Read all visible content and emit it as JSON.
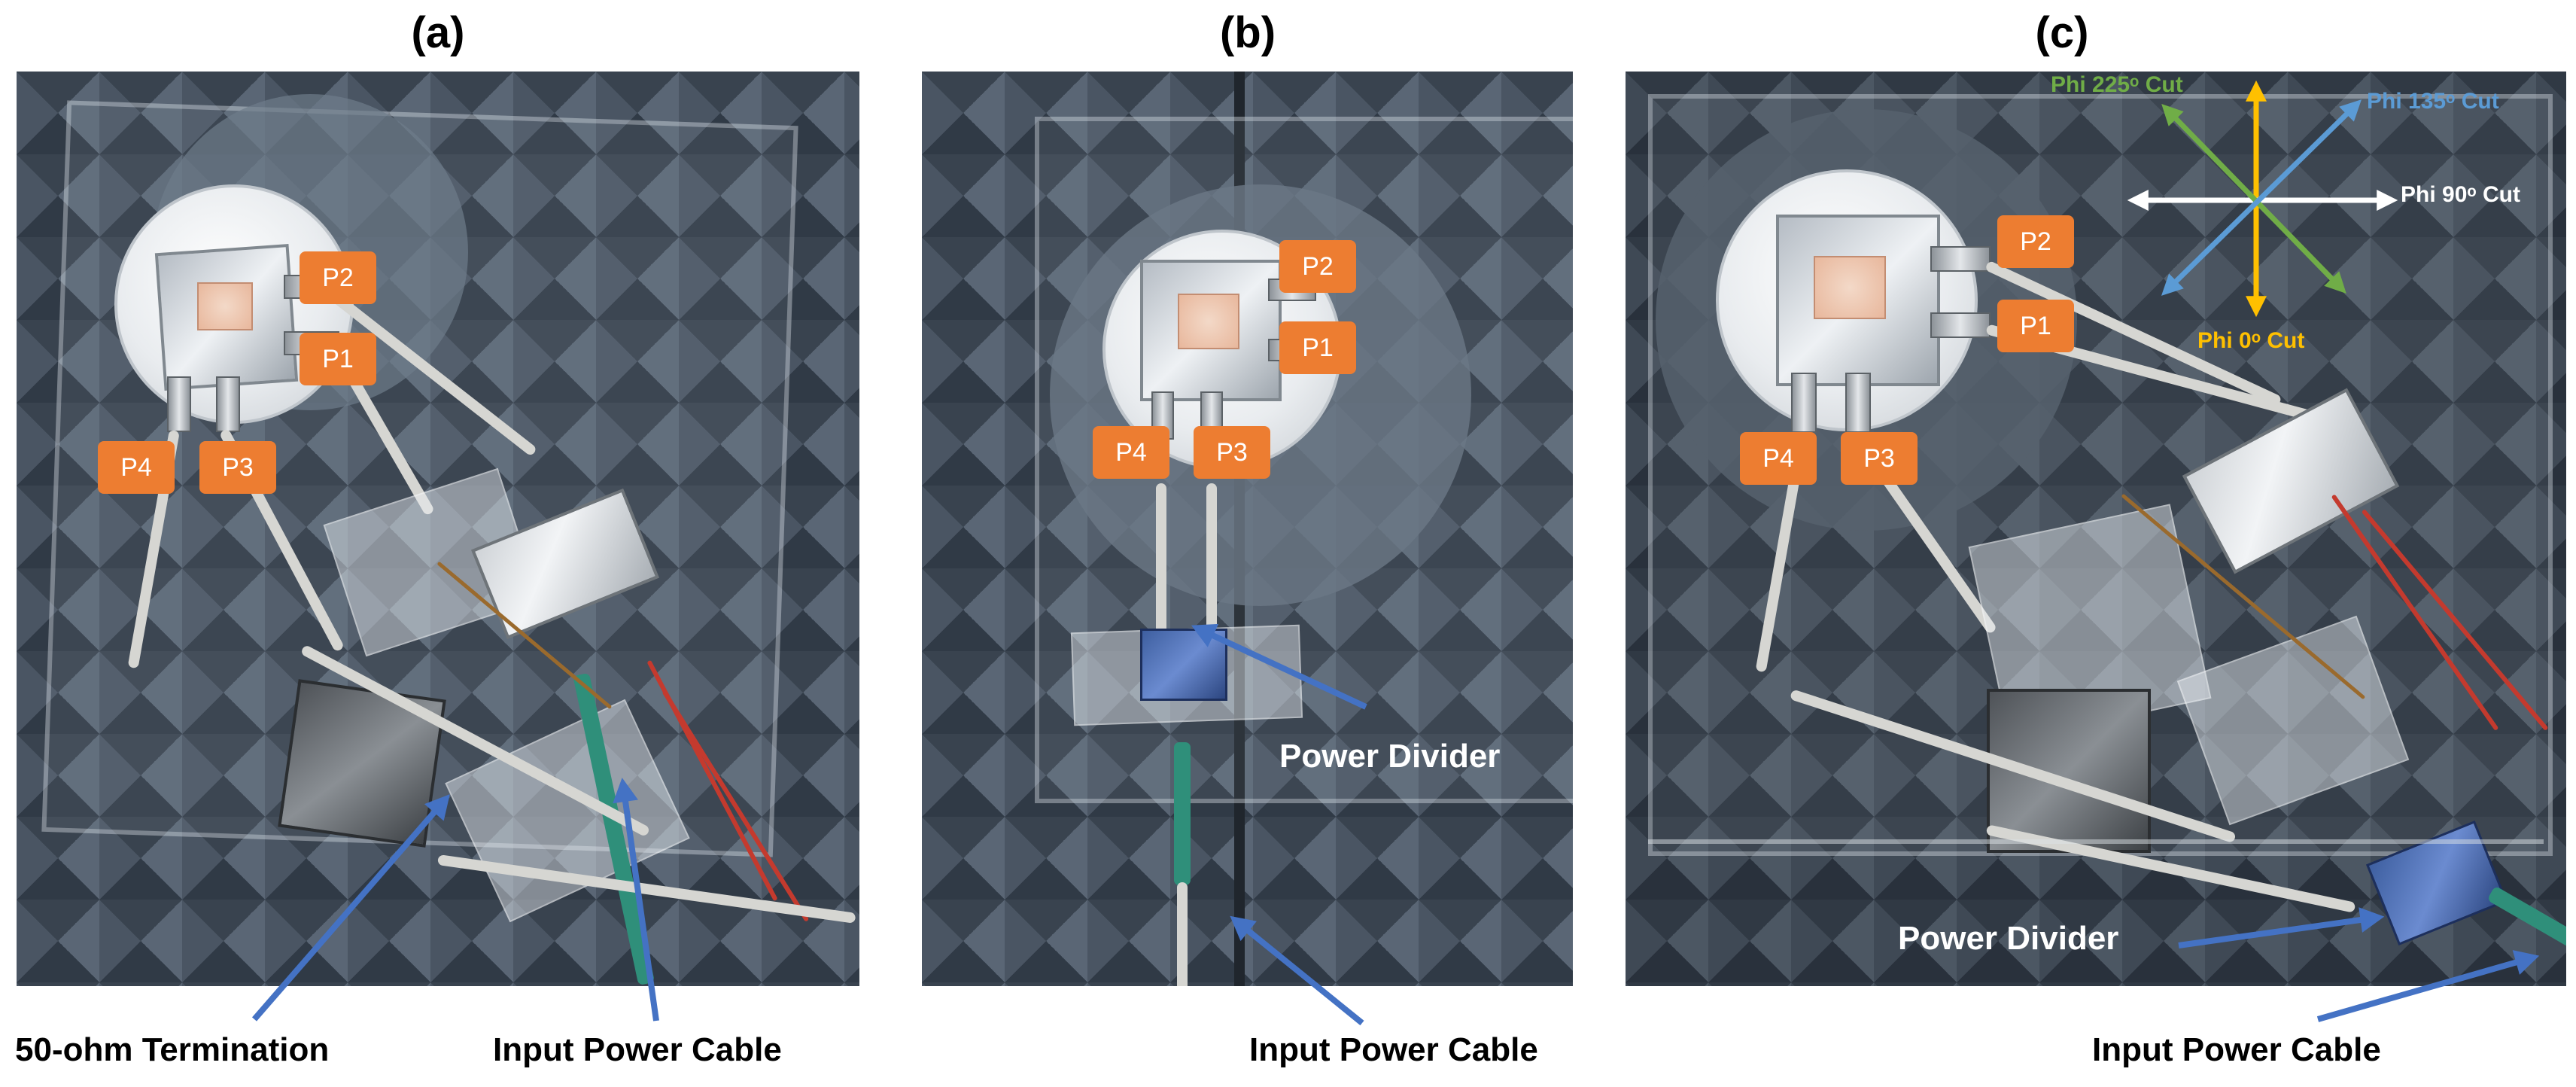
{
  "panels": {
    "a": {
      "title": "(a)",
      "port_labels": [
        "P2",
        "P1",
        "P4",
        "P3"
      ],
      "captions": [
        "50-ohm Termination",
        "Input Power Cable"
      ]
    },
    "b": {
      "title": "(b)",
      "port_labels": [
        "P2",
        "P1",
        "P4",
        "P3"
      ],
      "captions": [
        "Power Divider",
        "Input Power Cable"
      ]
    },
    "c": {
      "title": "(c)",
      "port_labels": [
        "P2",
        "P1",
        "P4",
        "P3"
      ],
      "captions": [
        "Power Divider",
        "Input Power Cable"
      ],
      "cuts": {
        "phi225": "Phi 225ᵒ Cut",
        "phi135": "Phi 135ᵒ Cut",
        "phi90": "Phi 90ᵒ Cut",
        "phi0": "Phi 0ᵒ Cut"
      }
    }
  },
  "colors": {
    "label_bg": "#ed7d31",
    "arrow": "#4472c4",
    "cut_225": "#70ad47",
    "cut_135": "#5b9bd5",
    "cut_90": "#ffffff",
    "cut_0": "#ffc000"
  }
}
